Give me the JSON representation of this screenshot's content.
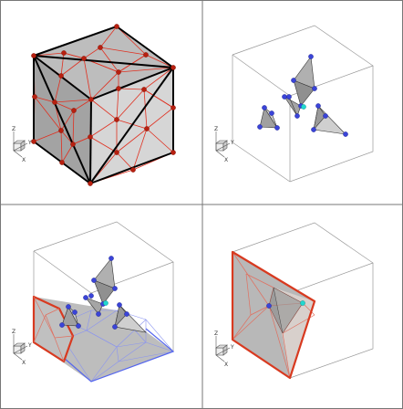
{
  "figure": {
    "panels": [
      {
        "id": "top-left"
      },
      {
        "id": "top-right"
      },
      {
        "id": "bottom-left"
      },
      {
        "id": "bottom-right"
      }
    ],
    "axis_triad_labels": {
      "z": "Z",
      "y": "Y",
      "x": "X"
    }
  },
  "colors": {
    "panel_border": "#777777",
    "cube_edge": "#000000",
    "cube_face_top": "#bdbdbd",
    "cube_face_left": "#a3a3a3",
    "cube_face_right": "#d6d6d6",
    "red_edge": "#e03020",
    "red_node": "#b82010",
    "blue_node": "#3a44d8",
    "cyan_node": "#20d8d0",
    "blue_mesh": "#5566ee",
    "tet_fill": "#b0b0b0",
    "outline_red": "#d83a20"
  }
}
